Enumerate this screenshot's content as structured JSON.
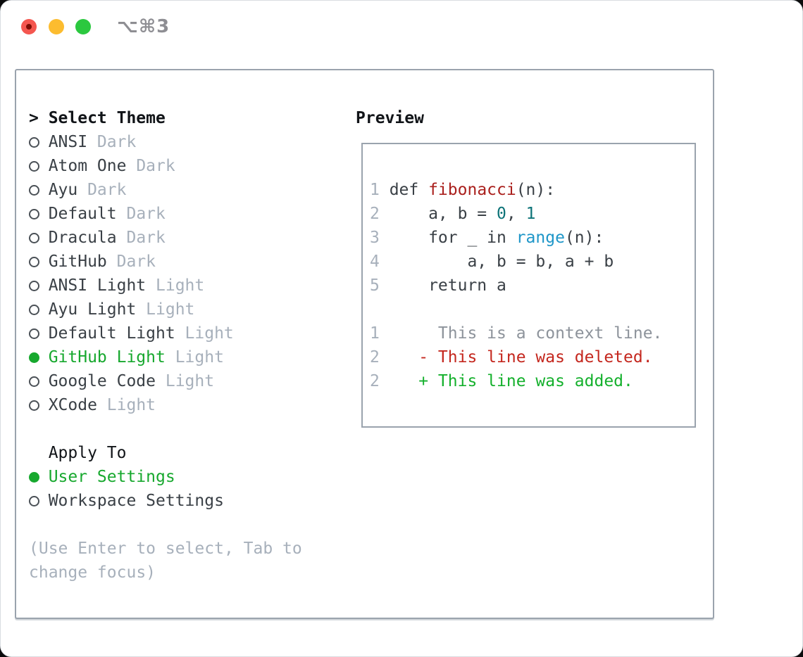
{
  "titlebar": {
    "shortcut": "⌥⌘3",
    "traffic_lights": [
      "close",
      "minimize",
      "zoom"
    ]
  },
  "theme_picker": {
    "prompt": ">",
    "title": "Select Theme",
    "items": [
      {
        "name": "ANSI",
        "variant": "Dark",
        "selected": false
      },
      {
        "name": "Atom One",
        "variant": "Dark",
        "selected": false
      },
      {
        "name": "Ayu",
        "variant": "Dark",
        "selected": false
      },
      {
        "name": "Default",
        "variant": "Dark",
        "selected": false
      },
      {
        "name": "Dracula",
        "variant": "Dark",
        "selected": false
      },
      {
        "name": "GitHub",
        "variant": "Dark",
        "selected": false
      },
      {
        "name": "ANSI Light",
        "variant": "Light",
        "selected": false
      },
      {
        "name": "Ayu Light",
        "variant": "Light",
        "selected": false
      },
      {
        "name": "Default Light",
        "variant": "Light",
        "selected": false
      },
      {
        "name": "GitHub Light",
        "variant": "Light",
        "selected": true
      },
      {
        "name": "Google Code",
        "variant": "Light",
        "selected": false
      },
      {
        "name": "XCode",
        "variant": "Light",
        "selected": false
      }
    ]
  },
  "apply_to": {
    "title": "Apply To",
    "options": [
      {
        "label": "User Settings",
        "selected": true
      },
      {
        "label": "Workspace Settings",
        "selected": false
      }
    ]
  },
  "footer_hint": "(Use Enter to select, Tab to change focus)",
  "preview": {
    "title": "Preview",
    "code_lines": [
      {
        "num": "1",
        "segments": [
          {
            "text": "def ",
            "style": "plain"
          },
          {
            "text": "fibonacci",
            "style": "function"
          },
          {
            "text": "(n):",
            "style": "plain"
          }
        ]
      },
      {
        "num": "2",
        "segments": [
          {
            "text": "    a, b = ",
            "style": "plain"
          },
          {
            "text": "0",
            "style": "number"
          },
          {
            "text": ", ",
            "style": "plain"
          },
          {
            "text": "1",
            "style": "number"
          }
        ]
      },
      {
        "num": "3",
        "segments": [
          {
            "text": "    for _ in ",
            "style": "plain"
          },
          {
            "text": "range",
            "style": "builtin"
          },
          {
            "text": "(n):",
            "style": "plain"
          }
        ]
      },
      {
        "num": "4",
        "segments": [
          {
            "text": "        a, b = b, a + b",
            "style": "plain"
          }
        ]
      },
      {
        "num": "5",
        "segments": [
          {
            "text": "    return a",
            "style": "plain"
          }
        ]
      },
      {
        "num": "",
        "segments": []
      },
      {
        "num": "1",
        "segments": [
          {
            "text": "     This is a context line.",
            "style": "context"
          }
        ]
      },
      {
        "num": "2",
        "segments": [
          {
            "text": "   - This line was deleted.",
            "style": "deleted"
          }
        ]
      },
      {
        "num": "2",
        "segments": [
          {
            "text": "   + This line was added.",
            "style": "added"
          }
        ]
      }
    ]
  },
  "colors": {
    "accent_green": "#17a82e",
    "title_black": "#111418",
    "text_primary": "#3a4046",
    "text_muted": "#a7b0bb",
    "line_num": "#a7b0bb",
    "panel_border": "#9aa3ad",
    "radio_ring": "#4a5056",
    "code_plain": "#3a4046",
    "code_function": "#aa201d",
    "code_number": "#0d7378",
    "code_builtin": "#1e96c8",
    "diff_context": "#8d939b",
    "diff_deleted": "#c4271e",
    "diff_added": "#14b02c",
    "traffic_red": "#f4564f",
    "traffic_red_dot": "#7d0d05",
    "traffic_yellow": "#fcbc2f",
    "traffic_green": "#2bc83f",
    "titlebar_text": "#8e8e93"
  }
}
